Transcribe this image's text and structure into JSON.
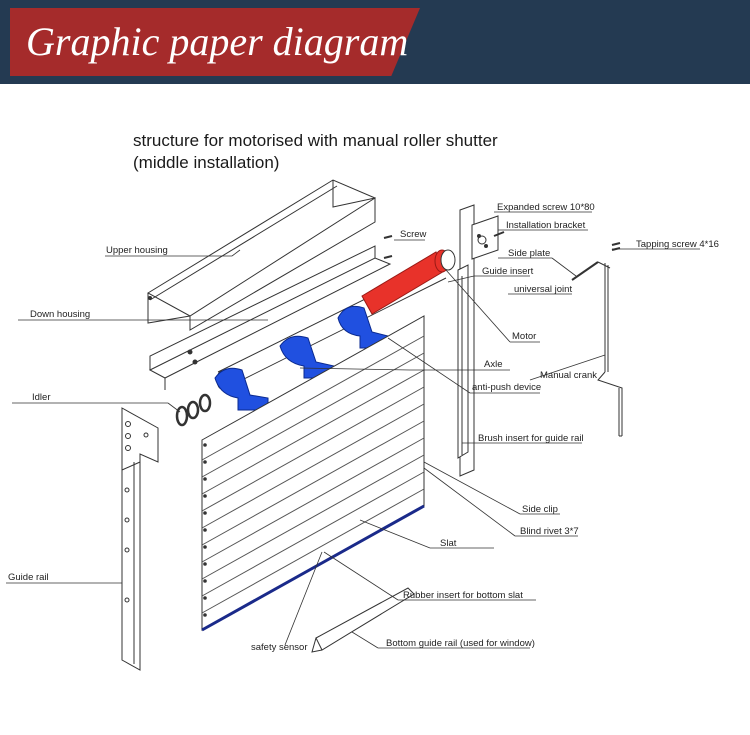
{
  "banner": {
    "title": "Graphic paper diagram",
    "bg_color": "#243a52",
    "accent_color": "#a52b2b"
  },
  "diagram": {
    "heading_line1": "structure for motorised with manual roller shutter",
    "heading_line2": "(middle installation)",
    "labels": {
      "expanded_screw": "Expanded screw 10*80",
      "installation_bracket": "Installation bracket",
      "side_plate": "Side plate",
      "guide_insert": "Guide insert",
      "tapping_screw": "Tapping screw  4*16",
      "universal_joint": "universal joint",
      "upper_housing": "Upper  housing",
      "screw": "Screw",
      "down_housing": "Down  housing",
      "motor": "Motor",
      "axle": "Axle",
      "manual_crank": "Manual crank",
      "anti_push_device": "anti-push device",
      "idler": "Idler",
      "brush_insert": "Brush insert for guide rail",
      "side_clip": "Side clip",
      "blind_rivet": "Blind rivet 3*7",
      "slat": "Slat",
      "guide_rail": "Guide rail",
      "rubber_insert": "Rubber insert for bottom slat",
      "safety_sensor": "safety sensor",
      "bottom_guide_rail": "Bottom guide rail (used for window)"
    },
    "colors": {
      "motor": "#e8322a",
      "bracket": "#2050e0",
      "bottom_slat": "#1a2a8a"
    }
  }
}
